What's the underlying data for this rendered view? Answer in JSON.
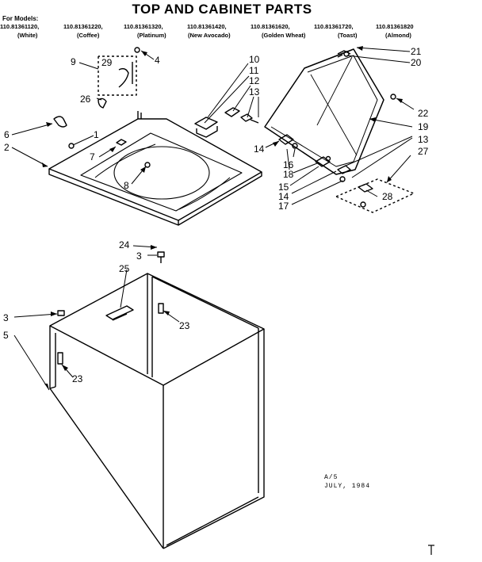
{
  "title": "TOP AND CABINET PARTS",
  "for_models_label": "For Models:",
  "models": [
    {
      "number": "110.81361120,",
      "color": "(White)"
    },
    {
      "number": "110.81361220,",
      "color": "(Coffee)"
    },
    {
      "number": "110.81361320,",
      "color": "(Platinum)"
    },
    {
      "number": "110.81361420,",
      "color": "(New Avocado)"
    },
    {
      "number": "110.81361620,",
      "color": "(Golden Wheat)"
    },
    {
      "number": "110.81361720,",
      "color": "(Toast)"
    },
    {
      "number": "110.81361820",
      "color": "(Almond)"
    }
  ],
  "callouts": {
    "c1": "1",
    "c2": "2",
    "c3a": "3",
    "c3b": "3",
    "c4": "4",
    "c5": "5",
    "c6": "6",
    "c7": "7",
    "c8": "8",
    "c9": "9",
    "c10": "10",
    "c11": "11",
    "c12": "12",
    "c13a": "13",
    "c13b": "13",
    "c14a": "14",
    "c14b": "14",
    "c15": "15",
    "c16": "16",
    "c17": "17",
    "c18": "18",
    "c19": "19",
    "c20": "20",
    "c21": "21",
    "c22": "22",
    "c23a": "23",
    "c23b": "23",
    "c24": "24",
    "c25": "25",
    "c26": "26",
    "c27": "27",
    "c28": "28",
    "c29": "29"
  },
  "note_line1": "A/5",
  "note_line2": "JULY, 1984"
}
